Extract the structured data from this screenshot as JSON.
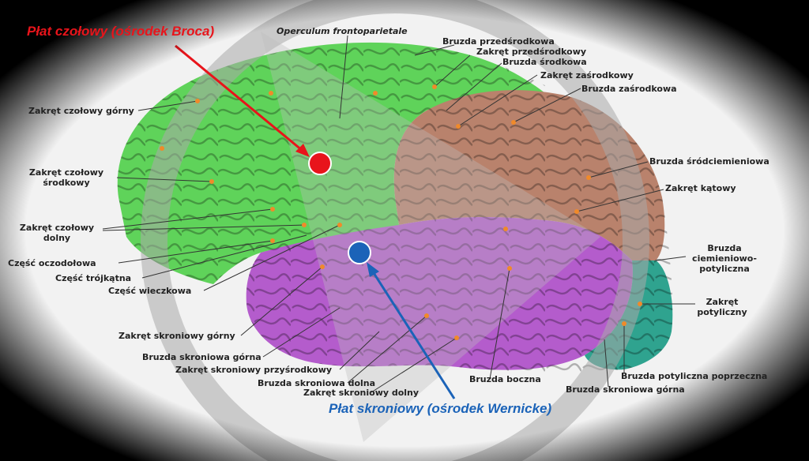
{
  "titles": {
    "broca": "Płat czołowy (ośrodek Broca)",
    "wernicke": "Płat skroniowy (ośrodek Wernicke)"
  },
  "labels": {
    "operculum_frontoparietale": "Operculum frontoparietale",
    "bruzda_przedsrodkowa": "Bruzda przedśrodkowa",
    "zakret_przedsrodkowy": "Zakręt przedśrodkowy",
    "bruzda_srodkowa": "Bruzda środkowa",
    "zakret_zasrodkowy": "Zakręt zaśrodkowy",
    "bruzda_zasrodkowa": "Bruzda zaśrodkowa",
    "zakret_czolowy_gorny": "Zakręt czołowy górny",
    "zakret_czolowy_srodkowy_1": "Zakręt czołowy",
    "zakret_czolowy_srodkowy_2": "środkowy",
    "zakret_czolowy_dolny_1": "Zakręt czołowy",
    "zakret_czolowy_dolny_2": "dolny",
    "czesc_oczodolowa": "Część oczodołowa",
    "czesc_trojkatna": "Część trójkątna",
    "czesc_wieczkowa": "Część wieczkowa",
    "bruzda_srodciemieniowa": "Bruzda śródciemieniowa",
    "zakret_katowy": "Zakręt kątowy",
    "bruzda_ciemieniowo_1": "Bruzda",
    "bruzda_ciemieniowo_2": "ciemieniowo-",
    "bruzda_ciemieniowo_3": "potyliczna",
    "zakret_potyliczny_1": "Zakręt",
    "zakret_potyliczny_2": "potyliczny",
    "zakret_skroniowy_gorny": "Zakręt skroniowy górny",
    "bruzda_skroniowa_gorna_l": "Bruzda skroniowa górna",
    "zakret_skroniowy_przysrodkowy": "Zakręt skroniowy przyśrodkowy",
    "bruzda_skroniowa_dolna": "Bruzda skroniowa dolna",
    "zakret_skroniowy_dolny": "Zakręt skroniowy dolny",
    "bruzda_boczna": "Bruzda boczna",
    "bruzda_potyliczna_poprzeczna": "Bruzda potyliczna poprzeczna",
    "bruzda_skroniowa_gorna_r": "Bruzda skroniowa górna"
  },
  "colors": {
    "frontal": "#5fd35a",
    "parietal": "#b9826c",
    "temporal": "#b45ccc",
    "occipital": "#2fa38f",
    "broca_marker": "#e8141b",
    "wernicke_marker": "#1b63b8",
    "dot": "#f08a2a",
    "ring": "#a9a9a9"
  }
}
